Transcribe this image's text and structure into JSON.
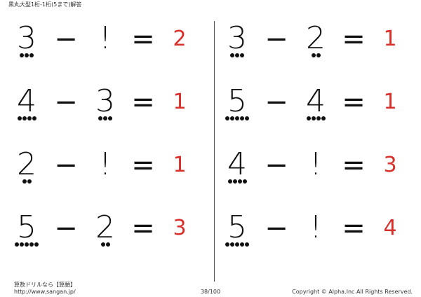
{
  "header": {
    "title": "黒丸大型1桁-1桁(5まで)解答"
  },
  "operators": {
    "minus": "−",
    "equals": "="
  },
  "problems": [
    {
      "a": "3",
      "b": "!",
      "answer": "2",
      "a_dots": 3,
      "b_dots": 0
    },
    {
      "a": "3",
      "b": "2",
      "answer": "1",
      "a_dots": 3,
      "b_dots": 2
    },
    {
      "a": "4",
      "b": "3",
      "answer": "1",
      "a_dots": 4,
      "b_dots": 3
    },
    {
      "a": "5",
      "b": "4",
      "answer": "1",
      "a_dots": 5,
      "b_dots": 4
    },
    {
      "a": "2",
      "b": "!",
      "answer": "1",
      "a_dots": 2,
      "b_dots": 0
    },
    {
      "a": "4",
      "b": "!",
      "answer": "3",
      "a_dots": 4,
      "b_dots": 0
    },
    {
      "a": "5",
      "b": "2",
      "answer": "3",
      "a_dots": 5,
      "b_dots": 2
    },
    {
      "a": "5",
      "b": "!",
      "answer": "4",
      "a_dots": 5,
      "b_dots": 0
    }
  ],
  "footer": {
    "site_name": "算数ドリルなら【算願】",
    "url": "http://www.sangan.jp/",
    "page": "38/100",
    "copyright": "Copyright © Alpha.Inc All Rights Reserved."
  },
  "colors": {
    "answer": "#d9302c",
    "ink": "#111111"
  }
}
